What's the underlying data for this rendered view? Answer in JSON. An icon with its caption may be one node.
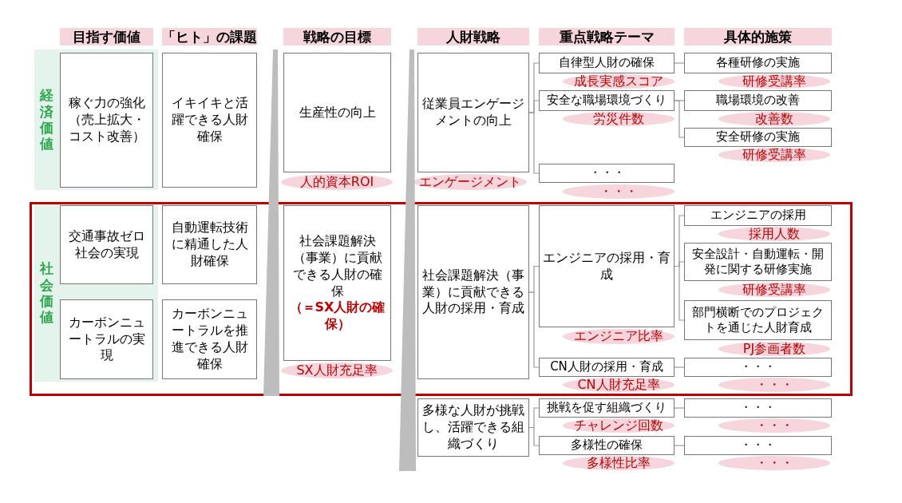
{
  "diagram": {
    "nodes": [
      {
        "text": [
          "目指す価値"
        ]
      },
      {
        "text": [
          "「ヒト」の課題"
        ]
      },
      {
        "text": [
          "戦略の目標"
        ]
      },
      {
        "text": [
          "人財戦略"
        ]
      },
      {
        "text": [
          "重点戦略テーマ"
        ]
      },
      {
        "text": [
          "具体的施策"
        ]
      },
      {
        "text": [
          "経済価値"
        ]
      },
      {
        "text": [
          "稼ぐ力の強化（売上拡大・コスト改善）"
        ],
        "in": 6
      },
      {
        "text": [
          "イキイキと活躍できる人財確保"
        ]
      },
      {
        "text": [
          "生産性の向上"
        ]
      },
      {
        "text": [
          "人的資本ROI"
        ]
      },
      {
        "text": [
          "従業員エンゲージメントの向上"
        ]
      },
      {
        "text": [
          "エンゲージメント"
        ]
      },
      {
        "text": [
          "自律型人財の確保"
        ]
      },
      {
        "text": [
          "成長実感スコア"
        ]
      },
      {
        "text": [
          "各種研修の実施"
        ]
      },
      {
        "text": [
          "研修受講率"
        ]
      },
      {
        "text": [
          "安全な職場環境づくり"
        ]
      },
      {
        "text": [
          "労災件数"
        ]
      },
      {
        "text": [
          "職場環境の改善"
        ]
      },
      {
        "text": [
          "改善数"
        ]
      },
      {
        "text": [
          "安全研修の実施"
        ]
      },
      {
        "text": [
          "研修受講率"
        ]
      },
      {
        "text": [
          "・・・"
        ]
      },
      {
        "text": [
          "・・・"
        ]
      },
      {
        "text": [
          "社会価値"
        ]
      },
      {
        "text": [
          "交通事故ゼロ社会の実現"
        ],
        "in": 25
      },
      {
        "text": [
          "カーボンニュートラルの実現"
        ],
        "in": 25
      },
      {
        "text": [
          "自動運転技術に精通した人財確保"
        ]
      },
      {
        "text": [
          "カーボンニュートラルを推進できる人財確保"
        ]
      },
      {
        "text": [
          "社会課題解決（事業）に貢献できる人財の確保",
          "（＝SX人財の確保）"
        ]
      },
      {
        "text": [
          "SX人財充足率"
        ]
      },
      {
        "text": [
          "社会課題解決（事業）に貢献できる人財の採用・育成"
        ]
      },
      {
        "text": [
          "エンジニアの採用・育成"
        ]
      },
      {
        "text": [
          "エンジニア比率"
        ]
      },
      {
        "text": [
          "エンジニアの採用"
        ]
      },
      {
        "text": [
          "採用人数"
        ]
      },
      {
        "text": [
          "安全設計・自動運転・開発に関する研修実施"
        ]
      },
      {
        "text": [
          "研修受講率"
        ]
      },
      {
        "text": [
          "部門横断でのプロジェクトを通じた人財育成"
        ]
      },
      {
        "text": [
          "PJ参画者数"
        ]
      },
      {
        "text": [
          "CN人財の採用・育成"
        ]
      },
      {
        "text": [
          "CN人財充足率"
        ]
      },
      {
        "text": [
          "・・・"
        ]
      },
      {
        "text": [
          "・・・"
        ]
      },
      {
        "text": [
          "多様な人財が挑戦し、活躍できる組織づくり"
        ]
      },
      {
        "text": [
          "挑戦を促す組織づくり"
        ]
      },
      {
        "text": [
          "チャレンジ回数"
        ]
      },
      {
        "text": [
          "・・・"
        ]
      },
      {
        "text": [
          "・・・"
        ]
      },
      {
        "text": [
          "多様性の確保"
        ]
      },
      {
        "text": [
          "多様性比率"
        ]
      },
      {
        "text": [
          "・・・"
        ]
      },
      {
        "text": [
          "・・・"
        ]
      },
      {
        "text": [],
        "shape": "bar"
      },
      {
        "text": [],
        "shape": "bar"
      }
    ],
    "edges": [
      {
        "from": 11,
        "to": 13,
        "arrow": "none"
      },
      {
        "from": 11,
        "to": 17,
        "arrow": "none"
      },
      {
        "from": 11,
        "to": 23,
        "arrow": "none"
      },
      {
        "from": 13,
        "to": 15,
        "arrow": "none"
      },
      {
        "from": 17,
        "to": 19,
        "arrow": "none"
      },
      {
        "from": 17,
        "to": 21,
        "arrow": "none"
      },
      {
        "from": 32,
        "to": 33,
        "arrow": "none"
      },
      {
        "from": 32,
        "to": 41,
        "arrow": "none"
      },
      {
        "from": 33,
        "to": 35,
        "arrow": "none"
      },
      {
        "from": 33,
        "to": 37,
        "arrow": "none"
      },
      {
        "from": 33,
        "to": 39,
        "arrow": "none"
      },
      {
        "from": 41,
        "to": 43,
        "arrow": "none"
      },
      {
        "from": 45,
        "to": 46,
        "arrow": "none"
      },
      {
        "from": 45,
        "to": 50,
        "arrow": "none"
      },
      {
        "from": 46,
        "to": 48,
        "arrow": "none"
      },
      {
        "from": 50,
        "to": 52,
        "arrow": "none"
      }
    ]
  }
}
